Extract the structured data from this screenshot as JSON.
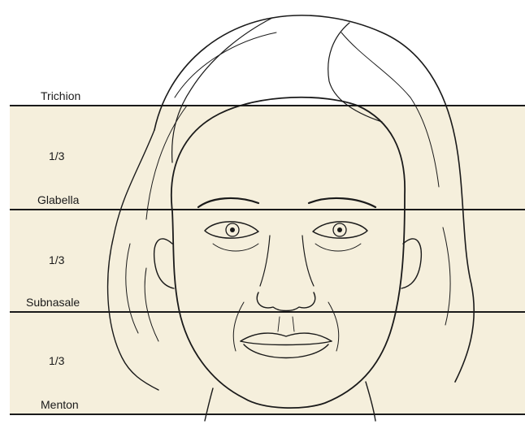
{
  "landmarks": {
    "trichion": "Trichion",
    "glabella": "Glabella",
    "subnasale": "Subnasale",
    "menton": "Menton"
  },
  "thirds": {
    "upper": "1/3",
    "middle": "1/3",
    "lower": "1/3"
  },
  "colors": {
    "band_fill": "#f5efdc",
    "line": "#1a1a1a",
    "background": "#ffffff"
  }
}
